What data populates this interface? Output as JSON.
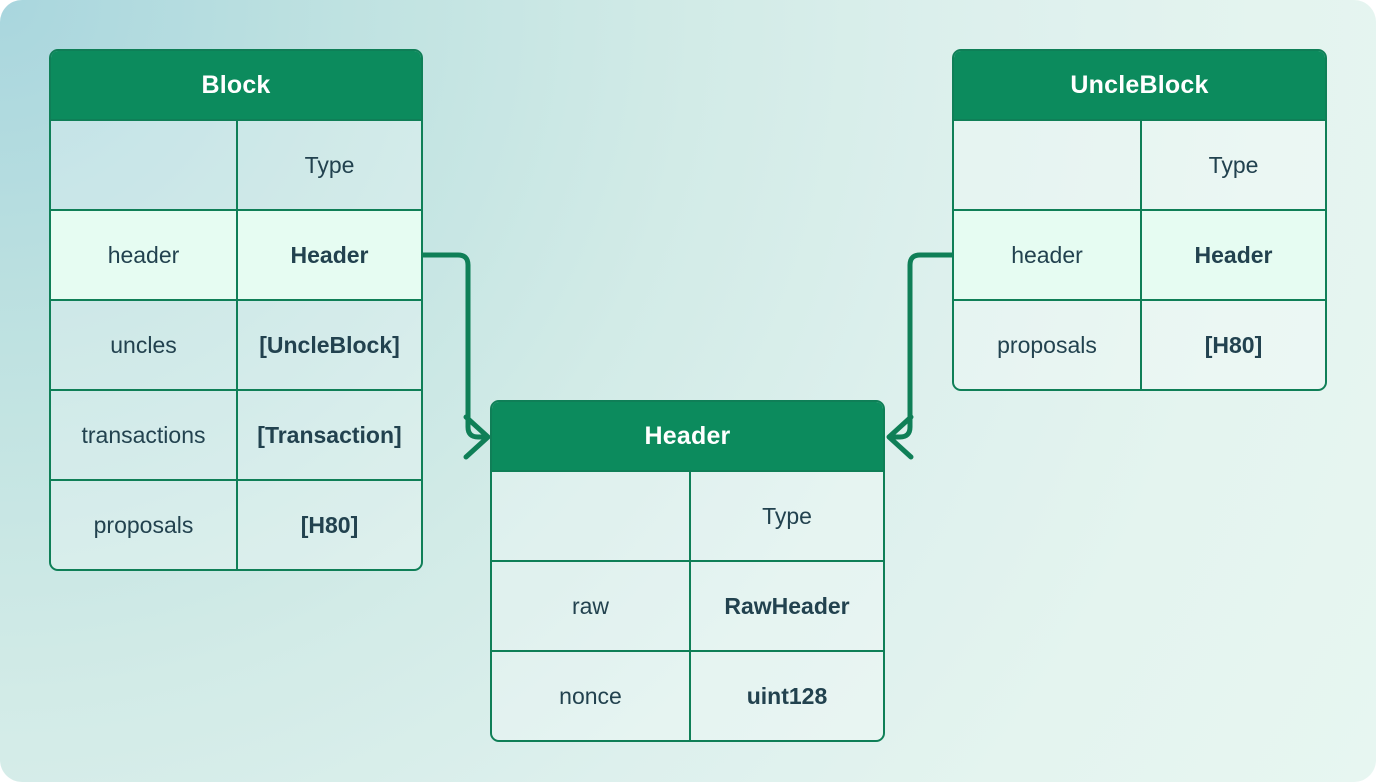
{
  "diagram": {
    "kind": "entity-relationship-diagram",
    "accent_color": "#0c8b5d",
    "border_color": "#0f7f57",
    "text_color": "#22424f",
    "highlight_row_color": "#e6fcf2",
    "background_from": "#a9d6de",
    "background_to": "#e7f6f1",
    "column_header_label": "Type"
  },
  "entities": {
    "block": {
      "title": "Block",
      "columns": [
        "",
        "Type"
      ],
      "rows": [
        {
          "name": "header",
          "type": "Header",
          "highlighted": true
        },
        {
          "name": "uncles",
          "type": "[UncleBlock]",
          "highlighted": false
        },
        {
          "name": "transactions",
          "type": "[Transaction]",
          "highlighted": false
        },
        {
          "name": "proposals",
          "type": "[H80]",
          "highlighted": false
        }
      ]
    },
    "uncleblock": {
      "title": "UncleBlock",
      "columns": [
        "",
        "Type"
      ],
      "rows": [
        {
          "name": "header",
          "type": "Header",
          "highlighted": true
        },
        {
          "name": "proposals",
          "type": "[H80]",
          "highlighted": false
        }
      ]
    },
    "header": {
      "title": "Header",
      "columns": [
        "",
        "Type"
      ],
      "rows": [
        {
          "name": "raw",
          "type": "RawHeader",
          "highlighted": false
        },
        {
          "name": "nonce",
          "type": "uint128",
          "highlighted": false
        }
      ]
    }
  },
  "edges": [
    {
      "from": "block.header",
      "to": "header",
      "direction": "left-to-right"
    },
    {
      "from": "uncleblock.header",
      "to": "header",
      "direction": "right-to-left"
    }
  ]
}
